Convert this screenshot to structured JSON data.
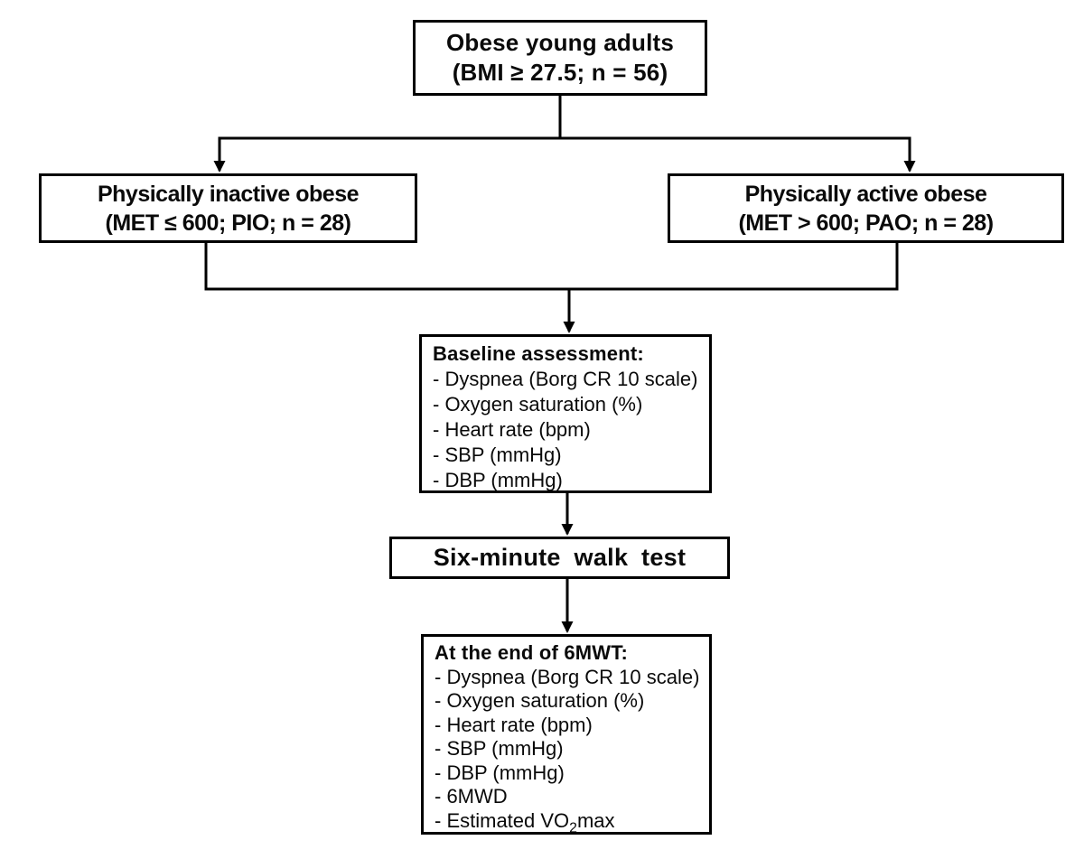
{
  "top_box": {
    "line1": "Obese young adults",
    "line2": "(BMI ≥ 27.5; n = 56)"
  },
  "left_box": {
    "line1": "Physically inactive obese",
    "line2": "(MET ≤ 600; PIO; n = 28)"
  },
  "right_box": {
    "line1": "Physically active obese",
    "line2": "(MET > 600; PAO; n = 28)"
  },
  "baseline_box": {
    "title": "Baseline assessment:",
    "items": [
      "- Dyspnea (Borg CR 10 scale)",
      "- Oxygen saturation (%)",
      "- Heart rate (bpm)",
      "- SBP (mmHg)",
      "- DBP (mmHg)"
    ]
  },
  "walk_box": {
    "label": "Six-minute walk test"
  },
  "end_box": {
    "title": "At the end of 6MWT:",
    "items": [
      "- Dyspnea (Borg CR 10 scale)",
      "- Oxygen saturation (%)",
      "- Heart rate (bpm)",
      "- SBP (mmHg)",
      "- DBP (mmHg)",
      "- 6MWD"
    ],
    "vo2_item": {
      "prefix": "- Estimated VO",
      "sub": "2",
      "suffix": "max"
    }
  },
  "colors": {
    "line": "#000000",
    "box_border": "#000000",
    "background": "#ffffff",
    "text": "#0a0a0a"
  }
}
